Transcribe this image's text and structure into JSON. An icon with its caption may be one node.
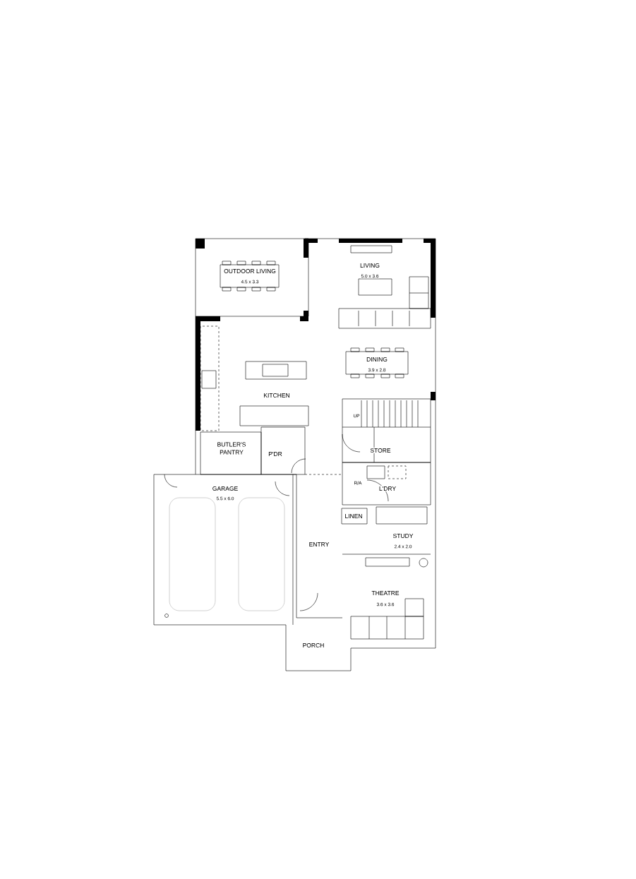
{
  "diagram": {
    "labels": [
      "OUTDOOR LIVING",
      "4.5 x 3.3",
      "LIVING",
      "5.0 x 3.6",
      "DINING",
      "3.9 x 2.8",
      "KITCHEN",
      "UP",
      "BUTLER'S PANTRY",
      "P'DR",
      "STORE",
      "GARAGE",
      "5.5 x 6.0",
      "R/A",
      "L'DRY",
      "LINEN",
      "STUDY",
      "2.4 x 2.0",
      "ENTRY",
      "THEATRE",
      "3.6 x 3.6",
      "PORCH"
    ]
  }
}
